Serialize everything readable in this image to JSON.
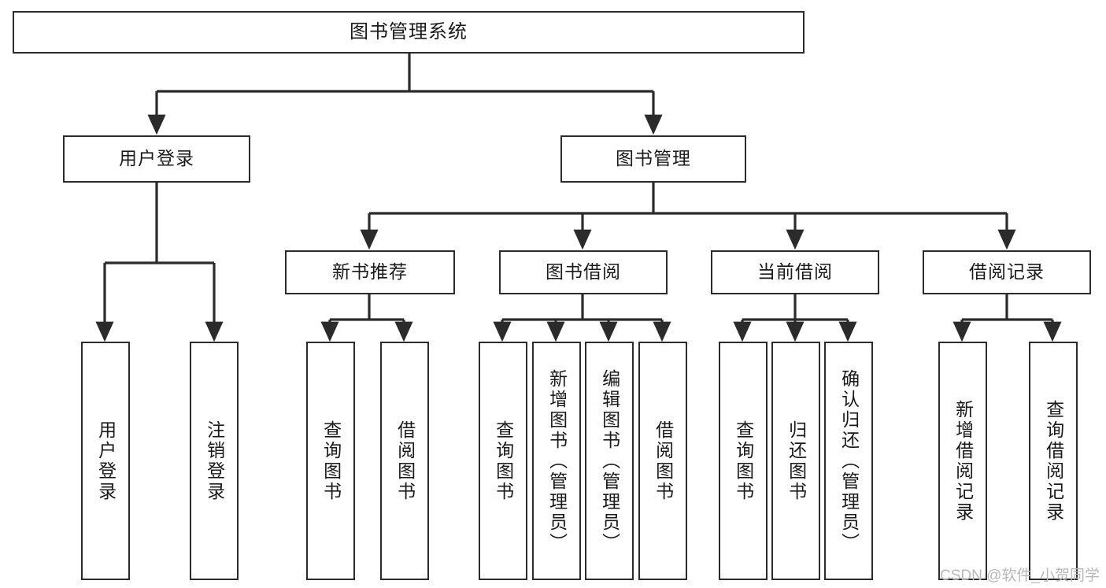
{
  "diagram": {
    "title": "图书管理系统",
    "type": "tree-hierarchy-chart",
    "colors": {
      "stroke": "#2b2b2b",
      "fill": "#ffffff",
      "text": "#1a1a1a",
      "watermark": "#b8b8b8"
    },
    "watermark": "CSDN @软件_小贺同学",
    "levels": {
      "root": {
        "label": "图书管理系统"
      },
      "level2": [
        {
          "id": "user-login",
          "label": "用户登录"
        },
        {
          "id": "book-management",
          "label": "图书管理"
        }
      ],
      "level3": [
        {
          "id": "new-book-recommend",
          "label": "新书推荐",
          "parent": "book-management"
        },
        {
          "id": "book-borrow",
          "label": "图书借阅",
          "parent": "book-management"
        },
        {
          "id": "current-borrow",
          "label": "当前借阅",
          "parent": "book-management"
        },
        {
          "id": "borrow-record",
          "label": "借阅记录",
          "parent": "book-management"
        }
      ],
      "leaves": [
        {
          "id": "leaf-user-login",
          "label": "用户登录",
          "parent": "user-login"
        },
        {
          "id": "leaf-logout-login",
          "label": "注销登录",
          "parent": "user-login"
        },
        {
          "id": "leaf-query-book-1",
          "label": "查询图书",
          "parent": "new-book-recommend"
        },
        {
          "id": "leaf-borrow-book-1",
          "label": "借阅图书",
          "parent": "new-book-recommend"
        },
        {
          "id": "leaf-query-book-2",
          "label": "查询图书",
          "parent": "book-borrow"
        },
        {
          "id": "leaf-add-book",
          "label": "新增图书（管理员）",
          "parent": "book-borrow"
        },
        {
          "id": "leaf-edit-book",
          "label": "编辑图书（管理员）",
          "parent": "book-borrow"
        },
        {
          "id": "leaf-borrow-book-2",
          "label": "借阅图书",
          "parent": "book-borrow"
        },
        {
          "id": "leaf-query-book-3",
          "label": "查询图书",
          "parent": "current-borrow"
        },
        {
          "id": "leaf-return-book",
          "label": "归还图书",
          "parent": "current-borrow"
        },
        {
          "id": "leaf-confirm-return",
          "label": "确认归还（管理员）",
          "parent": "current-borrow"
        },
        {
          "id": "leaf-add-record",
          "label": "新增借阅记录",
          "parent": "borrow-record"
        },
        {
          "id": "leaf-query-record",
          "label": "查询借阅记录",
          "parent": "borrow-record"
        }
      ]
    }
  }
}
